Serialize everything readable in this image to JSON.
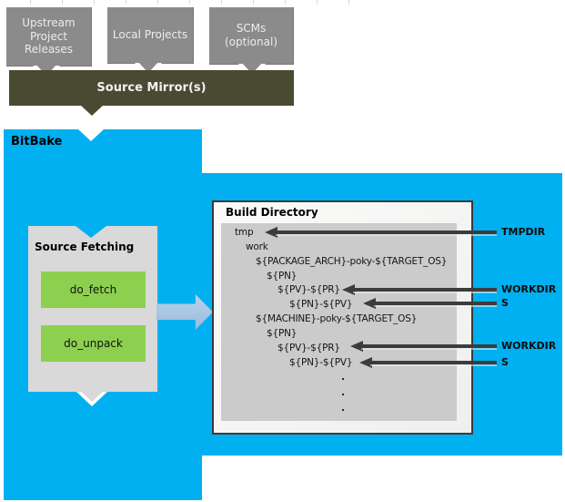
{
  "diagram": {
    "upstream_sources": [
      {
        "label": "Upstream Project Releases"
      },
      {
        "label": "Local Projects"
      },
      {
        "label": "SCMs (optional)"
      }
    ],
    "source_mirror_label": "Source Mirror(s)",
    "bitbake_label": "BitBake",
    "source_fetching": {
      "title": "Source Fetching",
      "tasks": [
        {
          "label": "do_fetch"
        },
        {
          "label": "do_unpack"
        }
      ]
    },
    "build_directory": {
      "title": "Build Directory",
      "tree": [
        "tmp",
        "work",
        "${PACKAGE_ARCH}-poky-${TARGET_OS}",
        "${PN}",
        "${PV}-${PR}",
        "${PN}-${PV}",
        "${MACHINE}-poky-${TARGET_OS}",
        "${PN}",
        "${PV}-${PR}",
        "${PN}-${PV}",
        ".",
        ".",
        "."
      ]
    },
    "variable_labels": [
      "TMPDIR",
      "WORKDIR",
      "S",
      "WORKDIR",
      "S"
    ],
    "colors": {
      "bitbake_blue": "#00b0f0",
      "mirror_olive": "#4a4a33",
      "task_green": "#8dd04f",
      "source_box_gray": "#8b8b8b",
      "fetch_box_gray": "#d9d9d9",
      "inner_panel_gray": "#cbcbcb",
      "flow_arrow_blue": "#a9c6e4",
      "pointer_arrow_dark": "#3c3c3c"
    }
  }
}
